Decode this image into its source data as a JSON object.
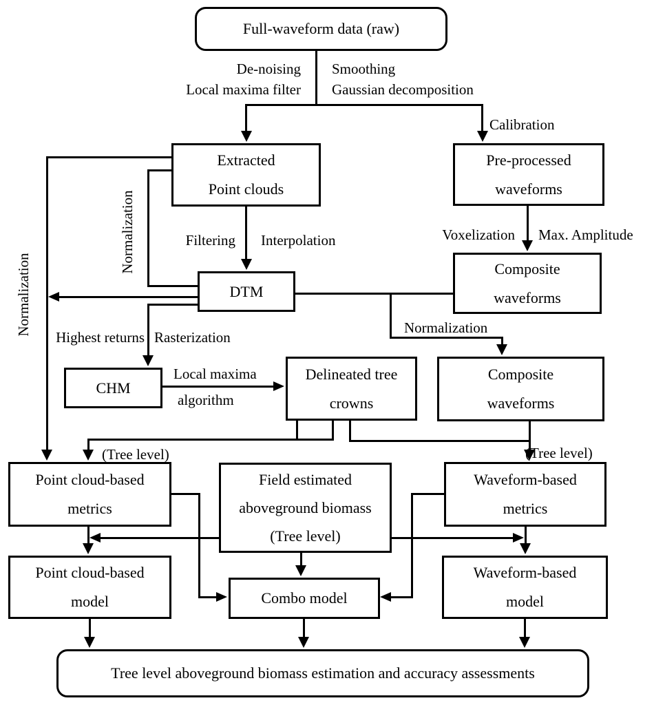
{
  "diagram": {
    "background": "#ffffff",
    "line_color": "#000000",
    "nodes": {
      "full_waveform": "Full-waveform data (raw)",
      "extracted_point_clouds": "Extracted\nPoint clouds",
      "preprocessed_waveforms": "Pre-processed\nwaveforms",
      "dtm": "DTM",
      "composite_waveforms_1": "Composite\nwaveforms",
      "chm": "CHM",
      "delineated_tree_crowns": "Delineated tree\ncrowns",
      "composite_waveforms_2": "Composite\nwaveforms",
      "point_cloud_metrics": "Point cloud-based\nmetrics",
      "field_estimated_agb": "Field estimated\naboveground biomass\n(Tree level)",
      "waveform_metrics": "Waveform-based\nmetrics",
      "point_cloud_model": "Point cloud-based\nmodel",
      "combo_model": "Combo model",
      "waveform_model": "Waveform-based\nmodel",
      "final_assessment": "Tree level aboveground biomass estimation and accuracy assessments"
    },
    "edge_labels": {
      "denoising": "De-noising\nLocal maxima filter",
      "smoothing": "Smoothing\nGaussian decomposition",
      "calibration": "Calibration",
      "filtering": "Filtering",
      "interpolation": "Interpolation",
      "voxelization": "Voxelization",
      "max_amplitude": "Max. Amplitude",
      "normalization_outer": "Normalization",
      "normalization_inner": "Normalization",
      "normalization_waveforms": "Normalization",
      "highest_returns": "Highest returns",
      "rasterization": "Rasterization",
      "local_maxima": "Local maxima",
      "algorithm": "algorithm",
      "tree_level_left": "(Tree level)",
      "tree_level_right": "(Tree level)"
    }
  }
}
